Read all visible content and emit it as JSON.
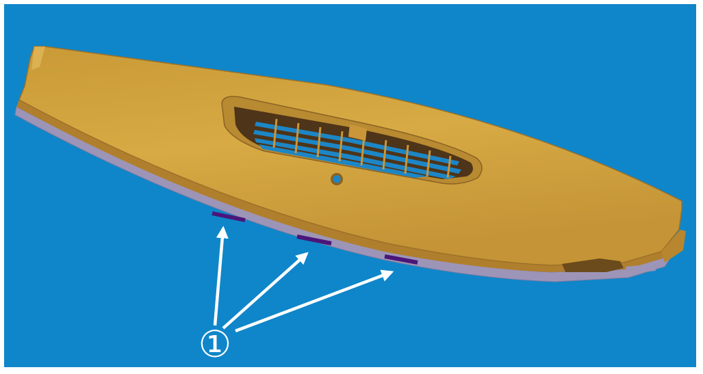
{
  "figure": {
    "callout_label": "①",
    "colors": {
      "background": "#0f86c9",
      "panel_top": "#d4a63d",
      "panel_edge": "#a9792a",
      "panel_underside": "#9d95b8",
      "vent_dark": "#4e3418",
      "clip_marker": "#4a167a",
      "arrow": "#ffffff"
    },
    "icons": [
      "dashboard-panel",
      "defroster-vent-grille",
      "sensor-hole",
      "clip-marker",
      "leader-arrow"
    ]
  }
}
